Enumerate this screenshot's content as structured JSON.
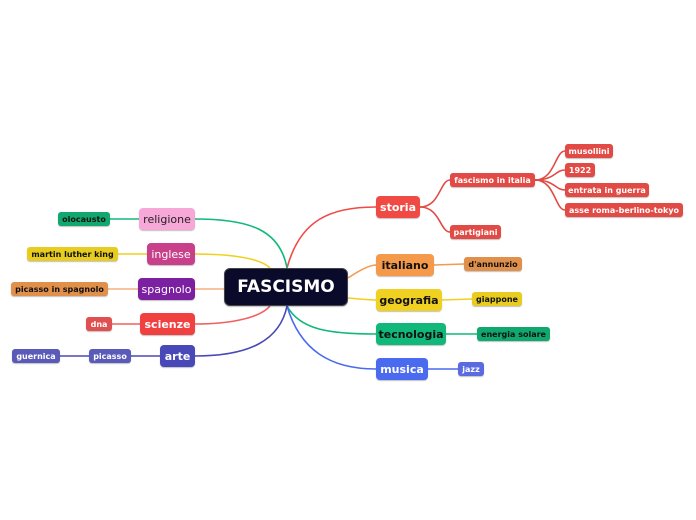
{
  "root": {
    "label": "FASCISMO",
    "color": "#0a0a2a"
  },
  "right": [
    {
      "label": "storia",
      "color": "#f04a45",
      "children": [
        {
          "label": "fascismo in italia",
          "color": "#e24a45",
          "children": [
            {
              "label": "musollini",
              "color": "#e24a45"
            },
            {
              "label": "1922",
              "color": "#e24a45"
            },
            {
              "label": "entrata in guerra",
              "color": "#e24a45"
            },
            {
              "label": "asse roma-berlino-tokyo",
              "color": "#e24a45"
            }
          ]
        },
        {
          "label": "partigiani",
          "color": "#e24a45"
        }
      ]
    },
    {
      "label": "italiano",
      "color": "#f49a4a",
      "children": [
        {
          "label": "d'annunzio",
          "color": "#e0904a"
        }
      ]
    },
    {
      "label": "geografia",
      "color": "#f0d020",
      "children": [
        {
          "label": "giappone",
          "color": "#e8cc20"
        }
      ]
    },
    {
      "label": "tecnologia",
      "color": "#10b87a",
      "children": [
        {
          "label": "energia solare",
          "color": "#10a86e"
        }
      ]
    },
    {
      "label": "musica",
      "color": "#4a6af0",
      "children": [
        {
          "label": "jazz",
          "color": "#5a6ae0"
        }
      ]
    }
  ],
  "left": [
    {
      "label": "religione",
      "color": "#f8a8d8",
      "children": [
        {
          "label": "olocausto",
          "color": "#10a86e"
        }
      ]
    },
    {
      "label": "inglese",
      "color": "#c8408a",
      "children": [
        {
          "label": "martin luther king",
          "color": "#e8cc20"
        }
      ]
    },
    {
      "label": "spagnolo",
      "color": "#7a20a0",
      "children": [
        {
          "label": "picasso in spagnolo",
          "color": "#e0904a"
        }
      ]
    },
    {
      "label": "scienze",
      "color": "#f04040",
      "children": [
        {
          "label": "dna",
          "color": "#e05050"
        }
      ]
    },
    {
      "label": "arte",
      "color": "#4848b8",
      "children": [
        {
          "label": "picasso",
          "color": "#5a5ab8",
          "children": [
            {
              "label": "guernica",
              "color": "#5a5ab8"
            }
          ]
        }
      ]
    }
  ]
}
